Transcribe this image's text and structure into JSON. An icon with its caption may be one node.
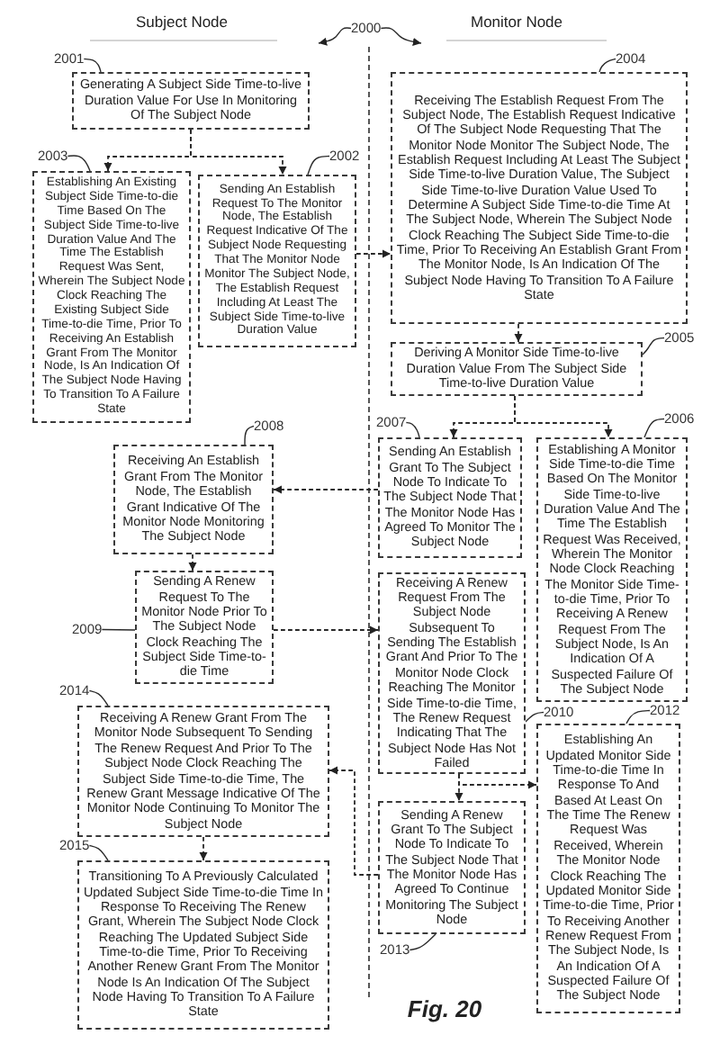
{
  "diagram": {
    "nodes": [
      {
        "text": [
          "2000"
        ]
      },
      {
        "text": [
          "2001"
        ]
      },
      {
        "text": [
          "Generating A Subject Side Time-to-live Duration Value For Use In Monitoring Of The Subject Node"
        ]
      },
      {
        "text": [
          "2003"
        ]
      },
      {
        "text": [
          "2002"
        ]
      },
      {
        "text": [
          "Establishing An Existing Subject Side Time-to-die Time Based On The Subject Side Time-to-live Duration Value And The Time The Establish Request Was Sent, Wherein The Subject Node Clock Reaching The Existing Subject Side Time-to-die Time, Prior To Receiving An Establish Grant From The Monitor Node, Is An Indication Of The Subject Node Having To Transition To A Failure State"
        ]
      },
      {
        "text": [
          "Sending An Establish Request To The Monitor Node, The Establish Request Indicative Of The Subject Node Requesting That The Monitor Node Monitor The Subject Node, The Establish Request Including At Least The Subject Side Time-to-live Duration Value"
        ]
      },
      {
        "text": [
          "2004"
        ]
      },
      {
        "text": [
          "Receiving The Establish Request From The Subject Node, The Establish Request Indicative Of The Subject Node Requesting That The Monitor Node Monitor The Subject Node, The Establish Request Including At Least The Subject Side Time-to-live Duration Value, The Subject Side Time-to-live Duration Value Used To Determine A Subject Side Time-to-die Time At The Subject Node, Wherein The Subject Node Clock Reaching The Subject Side Time-to-die Time, Prior To Receiving An Establish Grant From The Monitor Node, Is An Indication Of The Subject Node Having To Transition To A Failure State"
        ]
      },
      {
        "text": [
          "2005"
        ]
      },
      {
        "text": [
          "Deriving A Monitor Side Time-to-live Duration Value From The Subject Side Time-to-live Duration Value"
        ]
      },
      {
        "text": [
          "2008"
        ]
      },
      {
        "text": [
          "2007"
        ]
      },
      {
        "text": [
          "2006"
        ]
      },
      {
        "text": [
          "Receiving An Establish Grant From The Monitor Node, The Establish Grant Indicative Of The Monitor Node Monitoring The Subject Node"
        ]
      },
      {
        "text": [
          "Sending An Establish Grant To The Subject Node To Indicate To The Subject Node That The Monitor Node Has Agreed To Monitor The Subject Node"
        ]
      },
      {
        "text": [
          "Establishing A Monitor Side Time-to-die Time Based On The Monitor Side Time-to-live Duration Value And The Time The Establish Request Was Received, Wherein The Monitor Node Clock Reaching The Monitor Side Time-to-die Time, Prior To Receiving A Renew Request From The Subject Node, Is An Indication Of A Suspected Failure Of The Subject Node"
        ]
      },
      {
        "text": [
          "2009"
        ]
      },
      {
        "text": [
          "Sending A Renew Request To The Monitor Node Prior To The Subject Node Clock Reaching The Subject Side Time-to-die Time"
        ]
      },
      {
        "text": [
          "Receiving A Renew Request From The Subject Node Subsequent To Sending The Establish Grant And Prior To The Monitor Node Clock Reaching The Monitor Side Time-to-die Time, The Renew Request Indicating That The Subject Node Has Not Failed"
        ]
      },
      {
        "text": [
          "2014"
        ]
      },
      {
        "text": [
          "Receiving A Renew Grant From The Monitor Node Subsequent To Sending The Renew Request And Prior To The Subject Node Clock Reaching The Subject Side Time-to-die Time, The Renew Grant Message Indicative Of The Monitor Node Continuing To Monitor The Subject Node"
        ]
      },
      {
        "text": [
          "2010"
        ]
      },
      {
        "text": [
          "2012"
        ]
      },
      {
        "text": [
          "Establishing An Updated Monitor Side Time-to-die Time In Response To And Based At Least On The Time The Renew Request Was Received, Wherein The Monitor Node Clock Reaching The Updated Monitor Side Time-to-die Time, Prior To Receiving Another Renew Request From The Subject Node, Is An Indication Of A Suspected Failure Of The Subject Node"
        ]
      },
      {
        "text": [
          "Sending A Renew Grant To The Subject Node To Indicate To The Subject Node That The Monitor Node Has Agreed To Continue Monitoring The Subject Node"
        ]
      },
      {
        "text": [
          "2015"
        ]
      },
      {
        "text": [
          "Transitioning To A Previously Calculated Updated Subject Side Time-to-die Time In Response To Receiving The Renew Grant, Wherein The Subject Node Clock Reaching The Updated Subject Side Time-to-die Time, Prior To Receiving Another Renew Grant From The Monitor Node Is An Indication Of The Subject Node Having To Transition To A Failure State"
        ]
      },
      {
        "text": [
          "2013"
        ]
      }
    ],
    "edges": [
      {
        "from": 2,
        "to": 5,
        "arrow": "to",
        "style": "dashed"
      },
      {
        "from": 2,
        "to": 6,
        "arrow": "to",
        "style": "dashed"
      },
      {
        "from": 6,
        "to": 8,
        "arrow": "to",
        "style": "dashed"
      },
      {
        "from": 8,
        "to": 10,
        "arrow": "to",
        "style": "dashed"
      },
      {
        "from": 10,
        "to": 15,
        "arrow": "to",
        "style": "dashed"
      },
      {
        "from": 10,
        "to": 16,
        "arrow": "to",
        "style": "dashed"
      },
      {
        "from": 15,
        "to": 14,
        "arrow": "to",
        "style": "dashed"
      },
      {
        "from": 14,
        "to": 18,
        "arrow": "to",
        "style": "dashed"
      },
      {
        "from": 18,
        "to": 19,
        "arrow": "to",
        "style": "dashed"
      },
      {
        "from": 19,
        "to": 25,
        "arrow": "to",
        "style": "dashed"
      },
      {
        "from": 19,
        "to": 24,
        "arrow": "to",
        "style": "dashed"
      },
      {
        "from": 25,
        "to": 21,
        "arrow": "to",
        "style": "dashed"
      },
      {
        "from": 21,
        "to": 27,
        "arrow": "to",
        "style": "dashed"
      },
      {
        "from": 0,
        "to": null,
        "arrow": "to"
      },
      {
        "from": 0,
        "to": null,
        "arrow": "to"
      },
      {
        "from": 1,
        "to": 2,
        "arrow": "none"
      },
      {
        "from": 3,
        "to": 5,
        "arrow": "none"
      },
      {
        "from": 4,
        "to": 6,
        "arrow": "none"
      },
      {
        "from": 7,
        "to": 8,
        "arrow": "none"
      },
      {
        "from": 9,
        "to": 10,
        "arrow": "none"
      },
      {
        "from": 11,
        "to": 14,
        "arrow": "none"
      },
      {
        "from": 12,
        "to": 15,
        "arrow": "none"
      },
      {
        "from": 13,
        "to": 16,
        "arrow": "none"
      },
      {
        "from": 17,
        "to": 18,
        "arrow": "none"
      },
      {
        "from": 22,
        "to": 19,
        "arrow": "none"
      },
      {
        "from": 23,
        "to": 24,
        "arrow": "none"
      },
      {
        "from": 20,
        "to": 21,
        "arrow": "none"
      },
      {
        "from": 26,
        "to": 27,
        "arrow": "none"
      },
      {
        "from": 28,
        "to": 25,
        "arrow": "none"
      }
    ],
    "labels": [
      "Subject Node",
      "Monitor Node",
      "Fig. 20"
    ]
  }
}
